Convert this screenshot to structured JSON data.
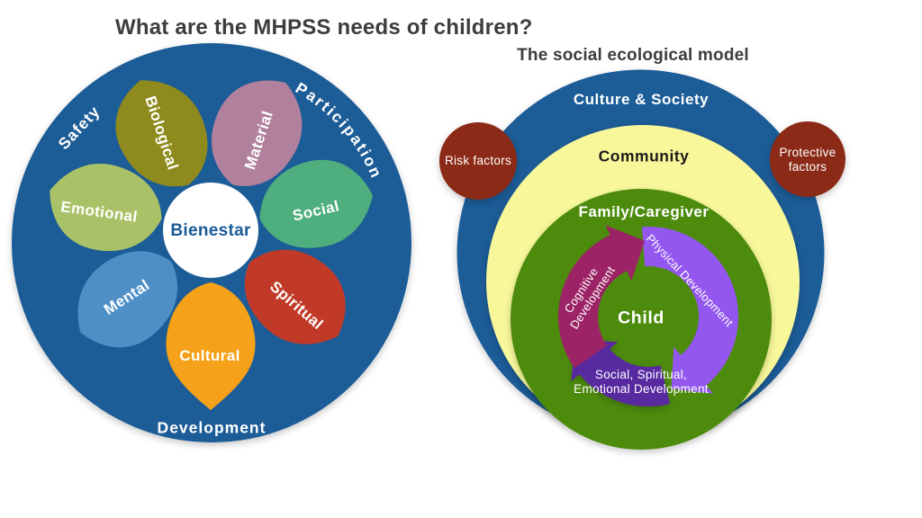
{
  "page": {
    "title": "What are the MHPSS needs of children?"
  },
  "flower": {
    "center_label": "Bienestar",
    "ring_labels": {
      "safety": "Safety",
      "participation": "Participation",
      "development": "Development"
    },
    "petals": [
      {
        "label": "Biological",
        "color": "#8E8A1D"
      },
      {
        "label": "Material",
        "color": "#B1809C"
      },
      {
        "label": "Social",
        "color": "#4FAE7D"
      },
      {
        "label": "Spiritual",
        "color": "#C13A28"
      },
      {
        "label": "Cultural",
        "color": "#F5A119"
      },
      {
        "label": "Mental",
        "color": "#4E90C6"
      },
      {
        "label": "Emotional",
        "color": "#A9C167"
      }
    ],
    "disc_color": "#1A5B97",
    "center_disc_color": "#FFFFFF",
    "center_text_color": "#1A5B97"
  },
  "eco": {
    "subtitle": "The social ecological model",
    "rings": {
      "culture": {
        "label": "Culture & Society",
        "color": "#1A5B97"
      },
      "community": {
        "label": "Community",
        "color": "#F8F89B"
      },
      "family": {
        "label": "Family/Caregiver",
        "color": "#4E8B10"
      }
    },
    "child_label": "Child",
    "factors": {
      "risk": {
        "label": "Risk factors",
        "color": "#8B2913"
      },
      "protective": {
        "label": "Protective\nfactors",
        "color": "#8B2913"
      }
    },
    "arrows": {
      "cognitive": {
        "label": "Cognitive\nDevelopment",
        "color": "#9C2365"
      },
      "physical": {
        "label": "Physical Development",
        "color": "#9356EF"
      },
      "social": {
        "label": "Social, Spiritual,\nEmotional Development",
        "color": "#5829A0"
      }
    },
    "title_text_color": "#3D3D3D"
  }
}
